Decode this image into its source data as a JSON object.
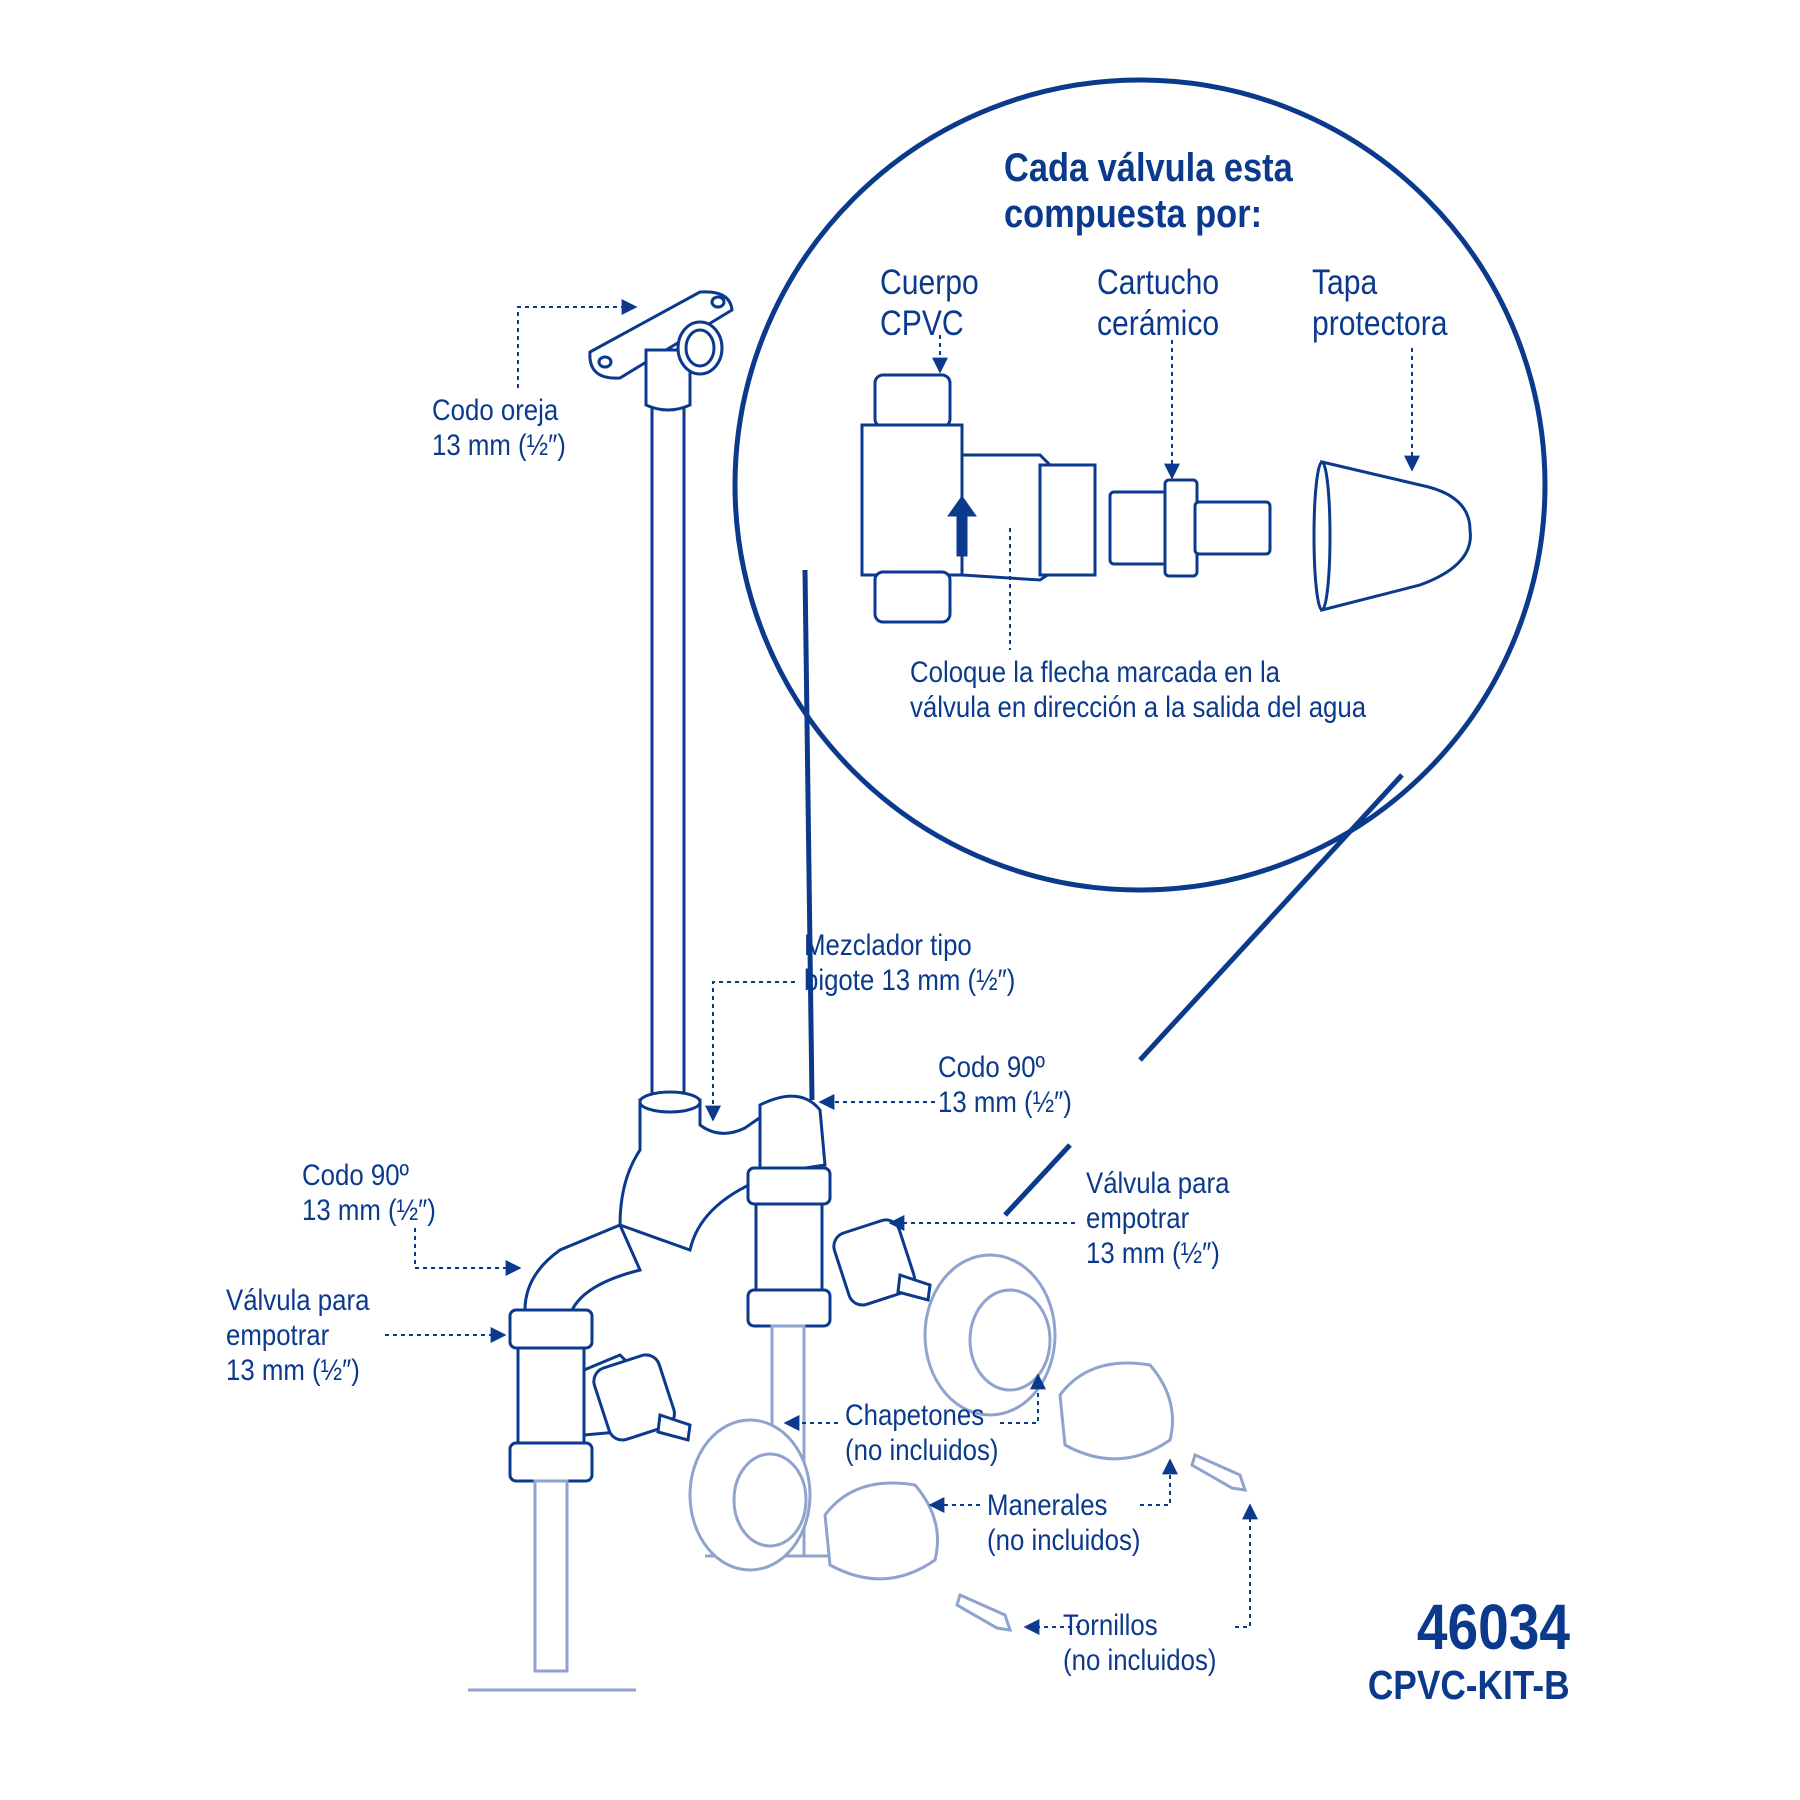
{
  "inset": {
    "title_lines": [
      "Cada válvula esta",
      "compuesta por:"
    ],
    "parts": [
      {
        "lines": [
          "Cuerpo",
          "CPVC"
        ]
      },
      {
        "lines": [
          "Cartucho",
          "cerámico"
        ]
      },
      {
        "lines": [
          "Tapa",
          "protectora"
        ]
      }
    ],
    "note_lines": [
      "Coloque la flecha marcada en la",
      "válvula en dirección a la salida del agua"
    ]
  },
  "labels": {
    "codo_oreja": [
      "Codo oreja",
      "13 mm (½″)"
    ],
    "mezclador": [
      "Mezclador tipo",
      "bigote 13 mm (½″)"
    ],
    "codo90_right": [
      "Codo 90º",
      "13 mm (½″)"
    ],
    "codo90_left": [
      "Codo 90º",
      "13 mm (½″)"
    ],
    "valvula_right": [
      "Válvula para",
      "empotrar",
      "13 mm (½″)"
    ],
    "valvula_left": [
      "Válvula para",
      "empotrar",
      "13 mm (½″)"
    ],
    "chapetones": [
      "Chapetones",
      "(no incluidos)"
    ],
    "manerales": [
      "Manerales",
      "(no incluidos)"
    ],
    "tornillos": [
      "Tornillos",
      "(no incluidos)"
    ]
  },
  "product": {
    "code": "46034",
    "model": "CPVC-KIT-B"
  },
  "colors": {
    "ink": "#0b3a8c",
    "light": "#b9c6e2",
    "background": "#ffffff"
  }
}
